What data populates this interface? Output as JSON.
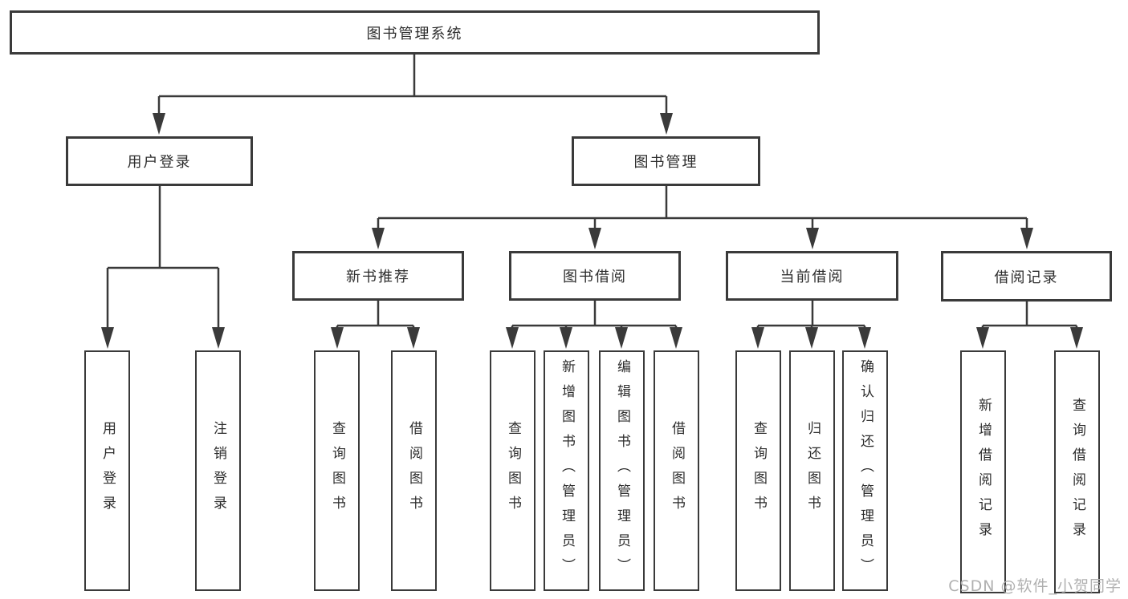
{
  "diagram": {
    "root": {
      "label": "图书管理系统"
    },
    "branches": {
      "user_login": {
        "label": "用户登录",
        "children": [
          "用户登录",
          "注销登录"
        ]
      },
      "book_mgmt": {
        "label": "图书管理",
        "sections": {
          "new_book_rec": {
            "label": "新书推荐",
            "children": [
              "查询图书",
              "借阅图书"
            ]
          },
          "book_borrow": {
            "label": "图书借阅",
            "children": [
              "查询图书",
              "新增图书（管理员）",
              "编辑图书（管理员）",
              "借阅图书"
            ]
          },
          "current_borrow": {
            "label": "当前借阅",
            "children": [
              "查询图书",
              "归还图书",
              "确认归还（管理员）"
            ]
          },
          "borrow_records": {
            "label": "借阅记录",
            "children": [
              "新增借阅记录",
              "查询借阅记录"
            ]
          }
        }
      }
    }
  },
  "watermark": "CSDN @软件_小贺同学",
  "colors": {
    "line": "#3a3a3a",
    "text": "#2d2d2d",
    "watermark": "#b0b0b0"
  }
}
